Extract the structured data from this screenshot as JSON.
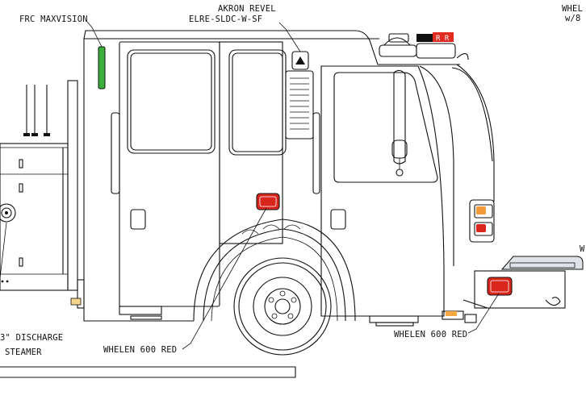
{
  "labels": {
    "frc": "FRC MAXVISION",
    "akron_line1": "AKRON REVEL",
    "akron_line2": "ELRE-SLDC-W-SF",
    "whelen_left": "WHELEN 600 RED",
    "whelen_right": "WHELEN 600 RED",
    "discharge": "3\" DISCHARGE",
    "steamer": "STEAMER",
    "top_right_1": "WHEL",
    "top_right_2": "w/8",
    "right_edge": "W",
    "lightbar_text": "R R"
  },
  "colors": {
    "line": "#111111",
    "warning_red": "#d8261c",
    "lens_amber": "#f29a3a",
    "scene_light_green": "#3cae3c",
    "lightbar_red": "#e02b20",
    "marker_amber": "#f5a742",
    "background": "#ffffff"
  },
  "icons": {
    "door_handle": "door-handle-icon",
    "mirror": "mirror-icon",
    "tow_hook": "tow-hook-icon"
  }
}
